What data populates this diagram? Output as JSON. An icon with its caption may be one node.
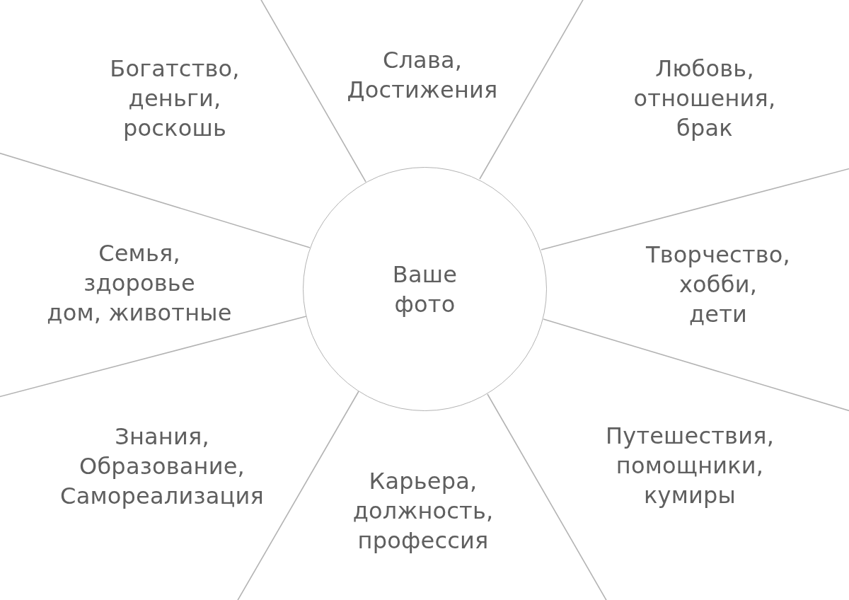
{
  "diagram": {
    "nodes": [
      {
        "text": [
          "Богатство, деньги, роскошь"
        ]
      },
      {
        "text": [
          "Слава, Достижения"
        ]
      },
      {
        "text": [
          "Любовь, отношения, брак"
        ]
      },
      {
        "text": [
          "Семья, здоровье дом, животные"
        ]
      },
      {
        "text": [
          "Ваше фото"
        ]
      },
      {
        "text": [
          "Творчество, хобби, дети"
        ]
      },
      {
        "text": [
          "Знания, Образование, Самореализация"
        ]
      },
      {
        "text": [
          "Карьера, должность, профессия"
        ]
      },
      {
        "text": [
          "Путешествия, помощники, кумиры"
        ]
      }
    ]
  }
}
